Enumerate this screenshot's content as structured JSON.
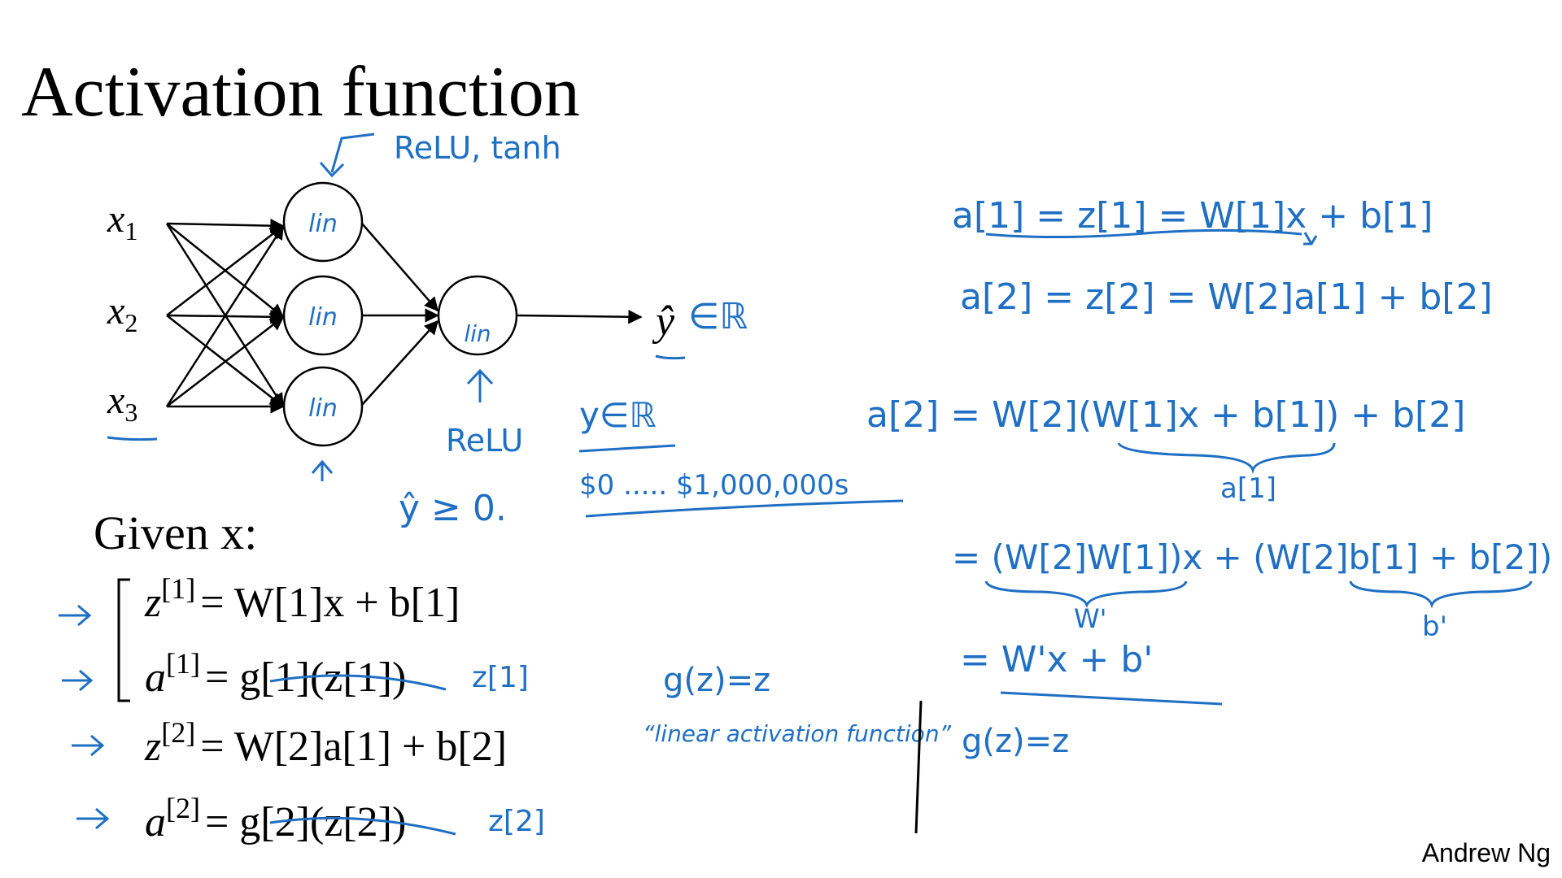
{
  "slide": {
    "title": "Activation function",
    "credit": "Andrew Ng",
    "ink_color": "#1f6fc4",
    "text_color": "#000000"
  },
  "network": {
    "inputs": [
      {
        "var": "x",
        "sub": "1"
      },
      {
        "var": "x",
        "sub": "2"
      },
      {
        "var": "x",
        "sub": "3"
      }
    ],
    "hidden_units": [
      "lin",
      "lin",
      "lin"
    ],
    "output_unit": "lin",
    "output": {
      "var": "ŷ",
      "set": "∈ℝ"
    }
  },
  "annotations": {
    "hidden_top": "ReLU, tanh",
    "output_below": "ReLU",
    "y_in_r": "y∈ℝ",
    "range": "$0 ..... $1,000,000s",
    "y_hat_nonneg": "ŷ ≥ 0.",
    "linear_fn": "g(z)=z",
    "linear_label": "“linear activation function”",
    "right_fn": "g(z)=z"
  },
  "given": {
    "header": "Given  x:",
    "equations": [
      {
        "lhs": "z",
        "sup": "[1]",
        "rhs": "= W[1]x + b[1]",
        "note": ""
      },
      {
        "lhs": "a",
        "sup": "[1]",
        "rhs": "= g[1](z[1])",
        "note": "z[1]"
      },
      {
        "lhs": "z",
        "sup": "[2]",
        "rhs": "= W[2]a[1] + b[2]",
        "note": ""
      },
      {
        "lhs": "a",
        "sup": "[2]",
        "rhs": "= g[2](z[2])",
        "note": "z[2]"
      }
    ]
  },
  "derivation": {
    "line1": "a[1] = z[1] = W[1]x + b[1]",
    "line2": "a[2] = z[2] = W[2]a[1] + b[2]",
    "line3": "a[2] = W[2](W[1]x + b[1]) + b[2]",
    "line3_brace": "a[1]",
    "line4": "= (W[2]W[1])x + (W[2]b[1] + b[2])",
    "line4_brace_left": "W'",
    "line4_brace_right": "b'",
    "line5": "= W'x + b'"
  }
}
